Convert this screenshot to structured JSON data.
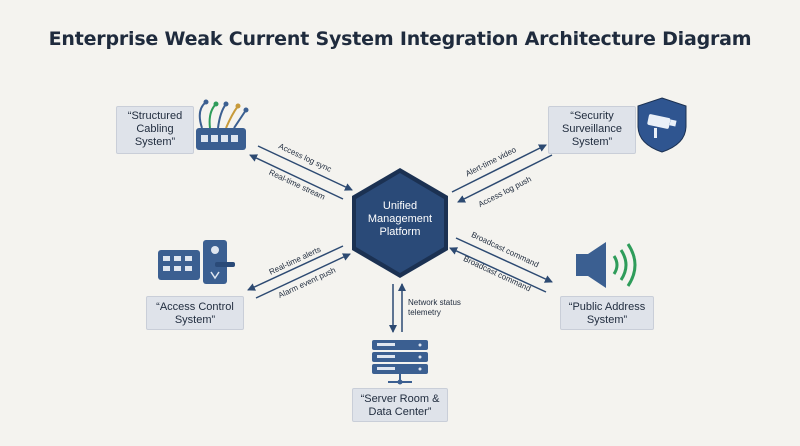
{
  "title": "Enterprise Weak Current System Integration Architecture Diagram",
  "hub": {
    "lines": [
      "Unified",
      "Management",
      "Platform"
    ]
  },
  "nodes": {
    "structured_cabling": {
      "lines": [
        "“Structured",
        "Cabling",
        "System”"
      ],
      "icon": "patch-panel-icon"
    },
    "security_surveillance": {
      "lines": [
        "“Security",
        "Surveillance",
        "System”"
      ],
      "icon": "shield-camera-icon"
    },
    "access_control": {
      "lines": [
        "“Access Control",
        "System”"
      ],
      "icon": "keypad-lock-icon"
    },
    "public_address": {
      "lines": [
        "“Public Address",
        "System”"
      ],
      "icon": "speaker-icon"
    },
    "server_room": {
      "lines": [
        "“Server Room &",
        "Data Center”"
      ],
      "icon": "server-rack-icon"
    }
  },
  "arrows": {
    "cabling_to_hub": "Access log sync",
    "hub_to_cabling": "Real-time stream",
    "surveillance_in": "Alert-time video",
    "surveillance_out": "Access log push",
    "access_in": "Real-time alerts",
    "access_out": "Alarm event push",
    "pa_in": "Broadcast command",
    "pa_out": "Broadcast command",
    "server_link_1": "Network status",
    "server_link_2": "telemetry"
  },
  "colors": {
    "hub_fill": "#2a4a78",
    "hub_stroke": "#1b3152",
    "icon_blue": "#3b5f91",
    "arrow": "#2d4a72",
    "box_fill": "#dfe3ea",
    "sound_wave": "#2e9c5a"
  }
}
